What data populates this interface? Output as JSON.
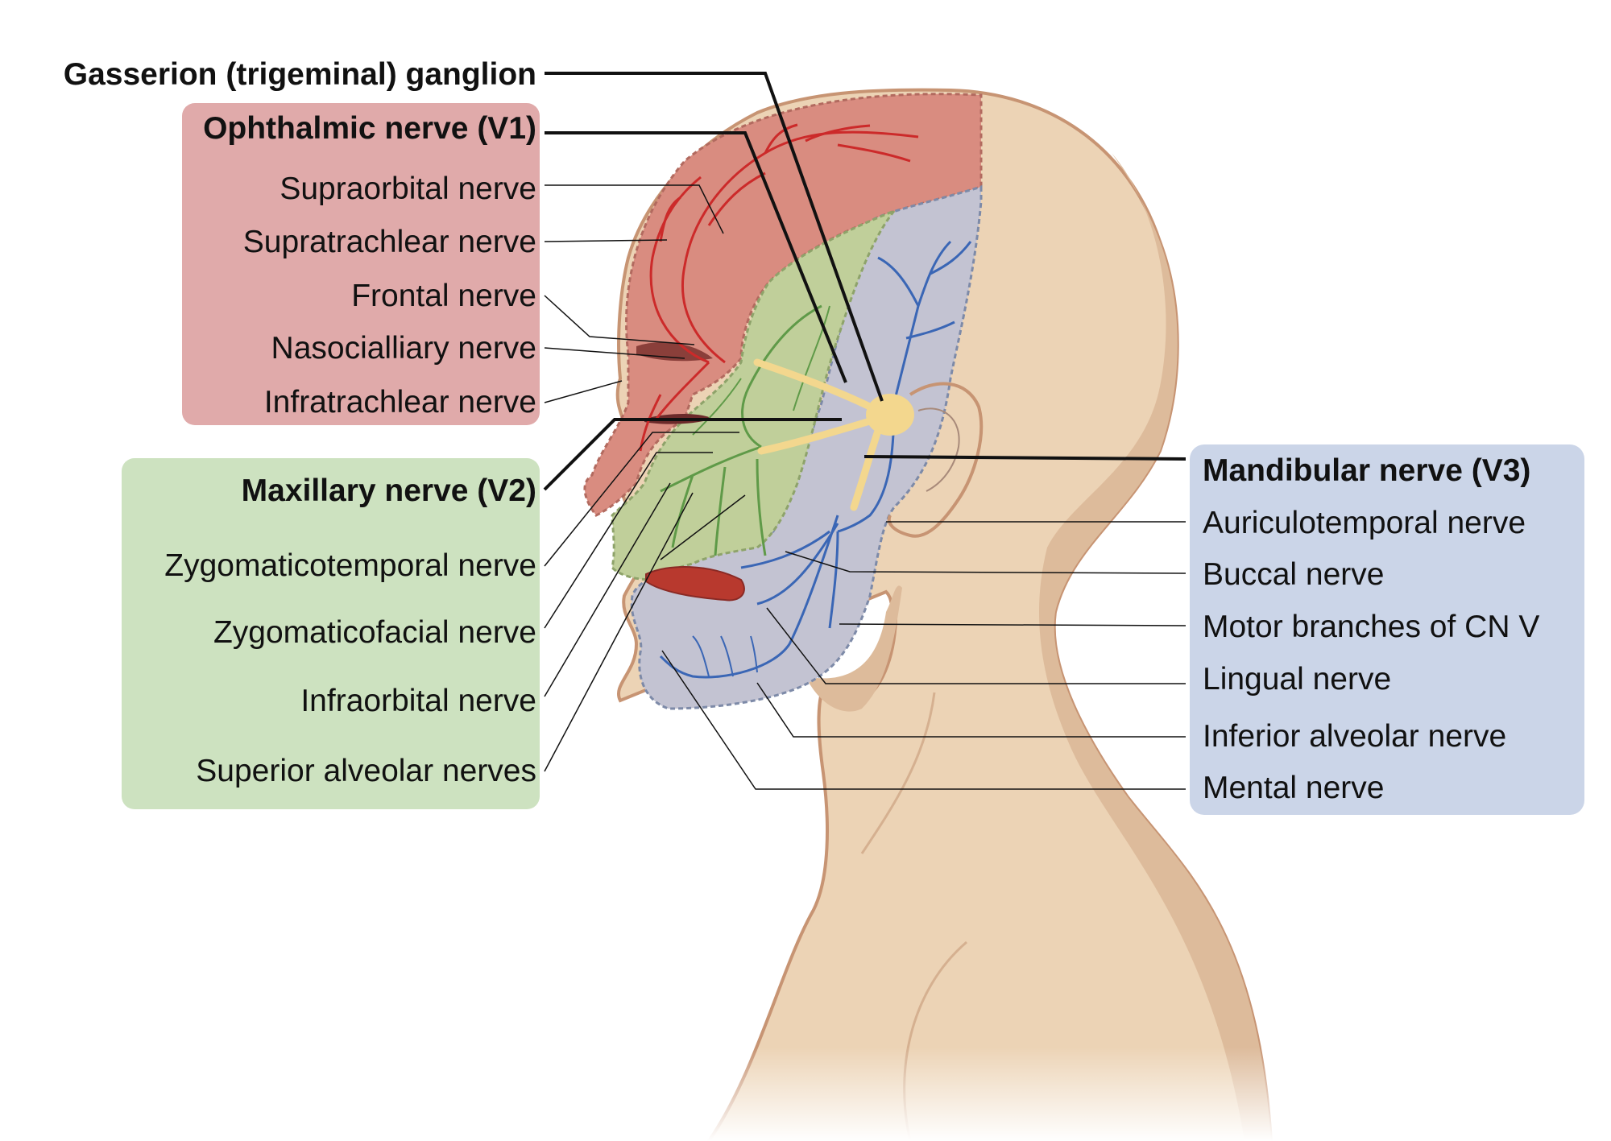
{
  "ganglion_label": "Gasserion (trigeminal) ganglion",
  "v1": {
    "title": "Ophthalmic nerve (V1)",
    "branches": [
      "Supraorbital nerve",
      "Supratrachlear nerve",
      "Frontal nerve",
      "Nasocialliary nerve",
      "Infratrachlear nerve"
    ]
  },
  "v2": {
    "title": "Maxillary nerve (V2)",
    "branches": [
      "Zygomaticotemporal nerve",
      "Zygomaticofacial nerve",
      "Infraorbital nerve",
      "Superior alveolar nerves"
    ]
  },
  "v3": {
    "title": "Mandibular nerve (V3)",
    "branches": [
      "Auriculotemporal nerve",
      "Buccal nerve",
      "Motor branches of CN V",
      "Lingual nerve",
      "Inferior alveolar nerve",
      "Mental nerve"
    ]
  },
  "colors": {
    "v1_box": "#e0aaaa",
    "v2_box": "#cde2c0",
    "v3_box": "#cbd5e8",
    "skin": "#ecd3b5",
    "skin_shadow": "#ddbb9b",
    "v1_zone": "#d98c80",
    "v2_zone": "#c0cf9a",
    "v3_zone": "#c3c3d2",
    "v1_nerve": "#cc2a2a",
    "v2_nerve": "#5f9a48",
    "v3_nerve": "#3a66b5",
    "ganglion": "#f3d78e",
    "leader": "#111111"
  }
}
